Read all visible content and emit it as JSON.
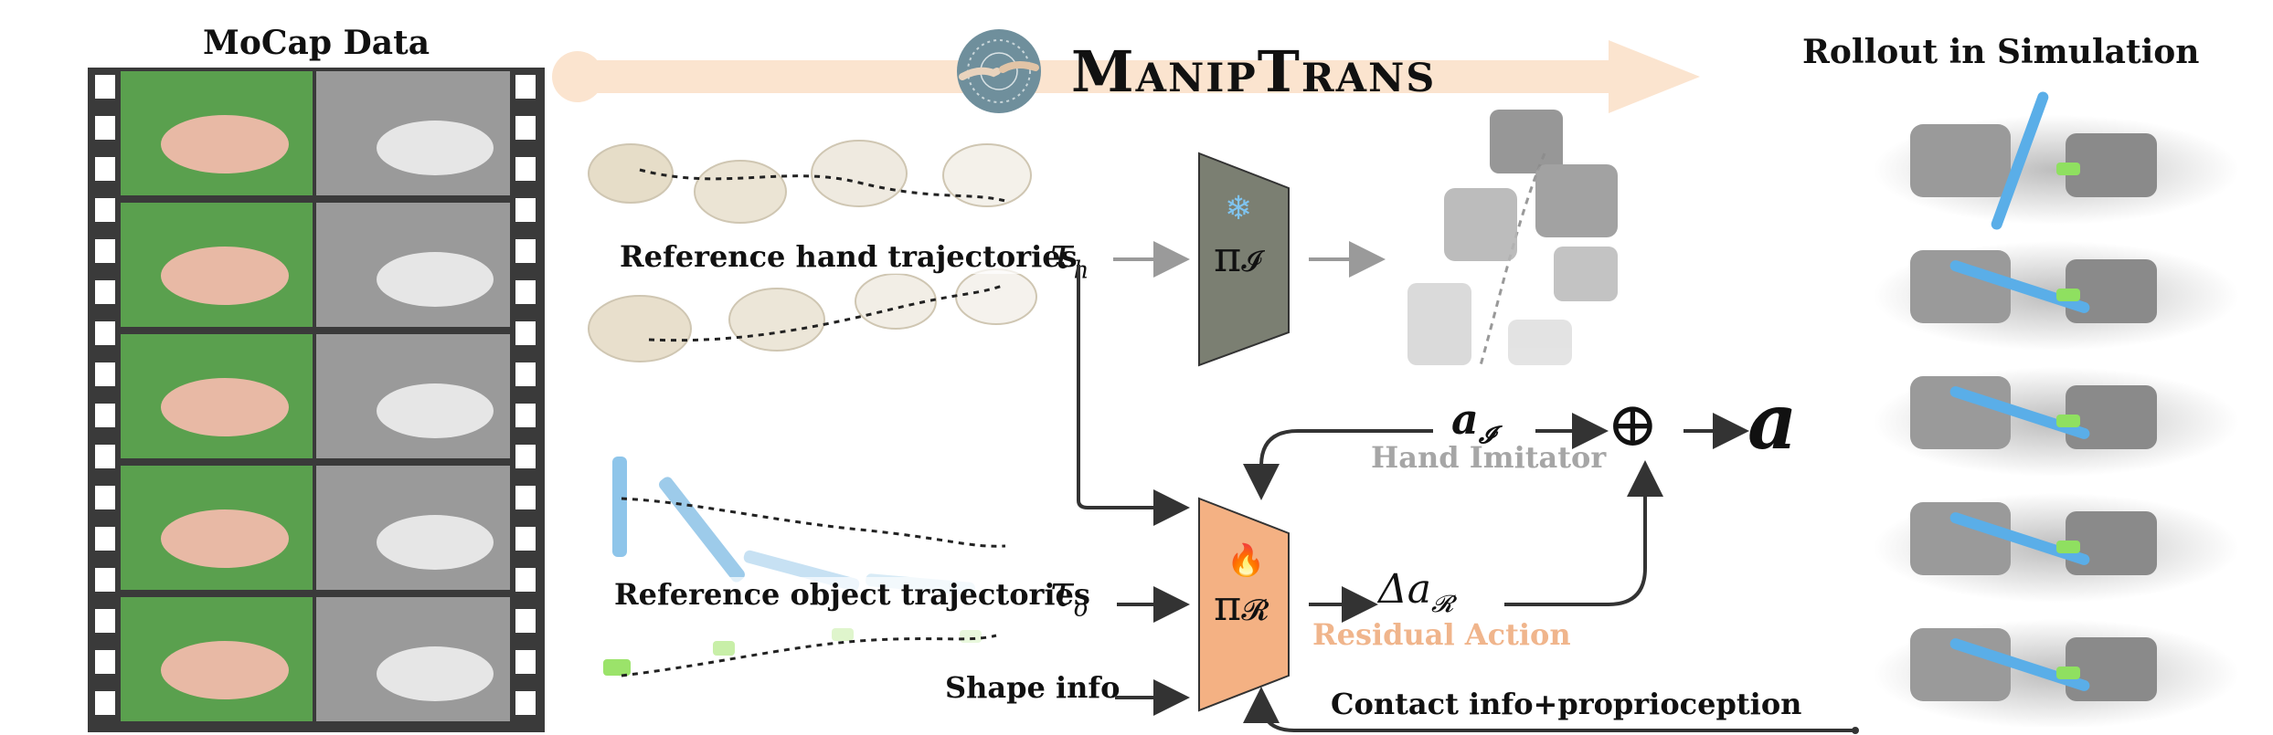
{
  "header": {
    "mocap_title": "MoCap Data",
    "brand_title": "ManipTrans",
    "rollout_title": "Rollout in Simulation"
  },
  "labels": {
    "ref_hand": "Reference hand trajectories",
    "ref_object": "Reference object trajectories",
    "shape_info": "Shape info",
    "contact_info": "Contact info+proprioception",
    "hand_imitator": "Hand Imitator",
    "residual_action": "Residual Action"
  },
  "symbols": {
    "tau_h": "τ",
    "tau_h_sub": "h",
    "tau_o": "τ",
    "tau_o_sub": "o",
    "pi": "π",
    "pi_I_sub": "𝓘",
    "pi_R_sub": "𝓡",
    "a_I": "a",
    "a_I_sub": "𝓘",
    "delta_a": "Δa",
    "delta_a_sub": "𝓡",
    "oplus": "⊕",
    "a_out": "a"
  },
  "icons": {
    "snowflake": "❄",
    "fire": "🔥"
  },
  "colors": {
    "imitator_fill": "#7b7f72",
    "residual_fill": "#f4b183",
    "banner": "#fbe4cf",
    "gray_text": "#a6a6a6",
    "orange_text": "#f0b58c",
    "film": "#3a3a3a"
  }
}
